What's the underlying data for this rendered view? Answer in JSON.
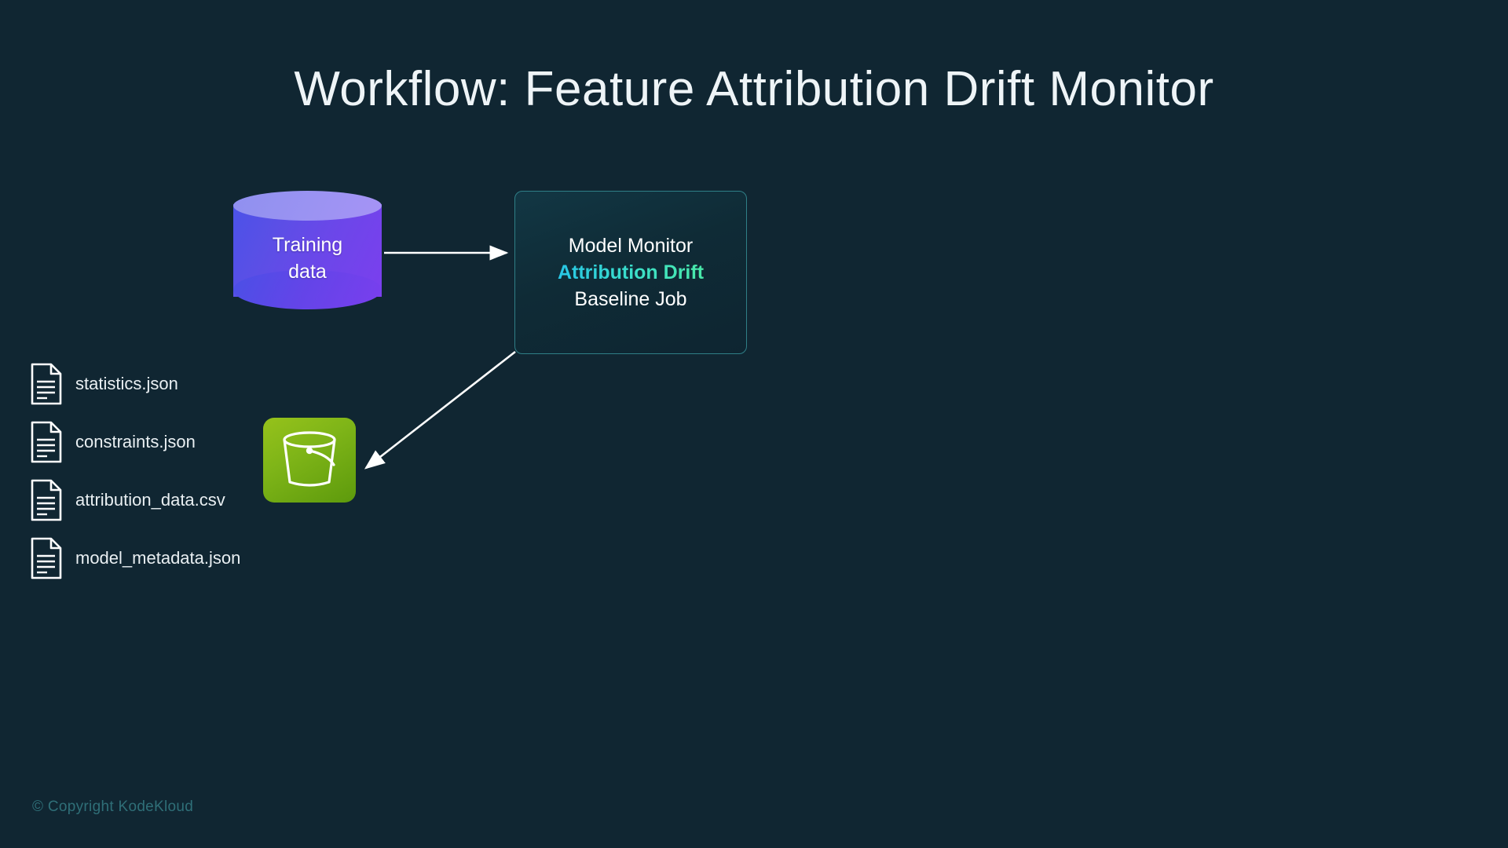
{
  "page": {
    "title": "Workflow: Feature Attribution Drift Monitor",
    "background_color": "#102632"
  },
  "nodes": {
    "training_data": {
      "label_line1": "Training",
      "label_line2": "data",
      "shape": "cylinder",
      "color_top": "#9a93f2",
      "color_body_start": "#4b52e8",
      "color_body_end": "#7b3fee",
      "icon": "database-cylinder-icon"
    },
    "model_monitor": {
      "line1": "Model Monitor",
      "line2": "Attribution Drift",
      "line3": "Baseline Job",
      "accent_color": "#3ce0c8",
      "border_color": "#2f7f87",
      "background_color": "#102f3c"
    },
    "s3_bucket": {
      "icon": "s3-bucket-icon",
      "color_start": "#96c21b",
      "color_end": "#5d9a0c"
    }
  },
  "edges": [
    {
      "id": "training-to-monitor",
      "from": "training_data",
      "to": "model_monitor",
      "label": "",
      "color": "#ffffff"
    },
    {
      "id": "monitor-to-bucket",
      "from": "model_monitor",
      "to": "s3_bucket",
      "label": "",
      "color": "#ffffff"
    }
  ],
  "files": [
    {
      "name": "statistics.json",
      "icon": "file-document-icon"
    },
    {
      "name": "constraints.json",
      "icon": "file-document-icon"
    },
    {
      "name": "attribution_data.csv",
      "icon": "file-document-icon"
    },
    {
      "name": "model_metadata.json",
      "icon": "file-document-icon"
    }
  ],
  "footer": {
    "copyright": "© Copyright KodeKloud",
    "color": "#2f6f78"
  }
}
